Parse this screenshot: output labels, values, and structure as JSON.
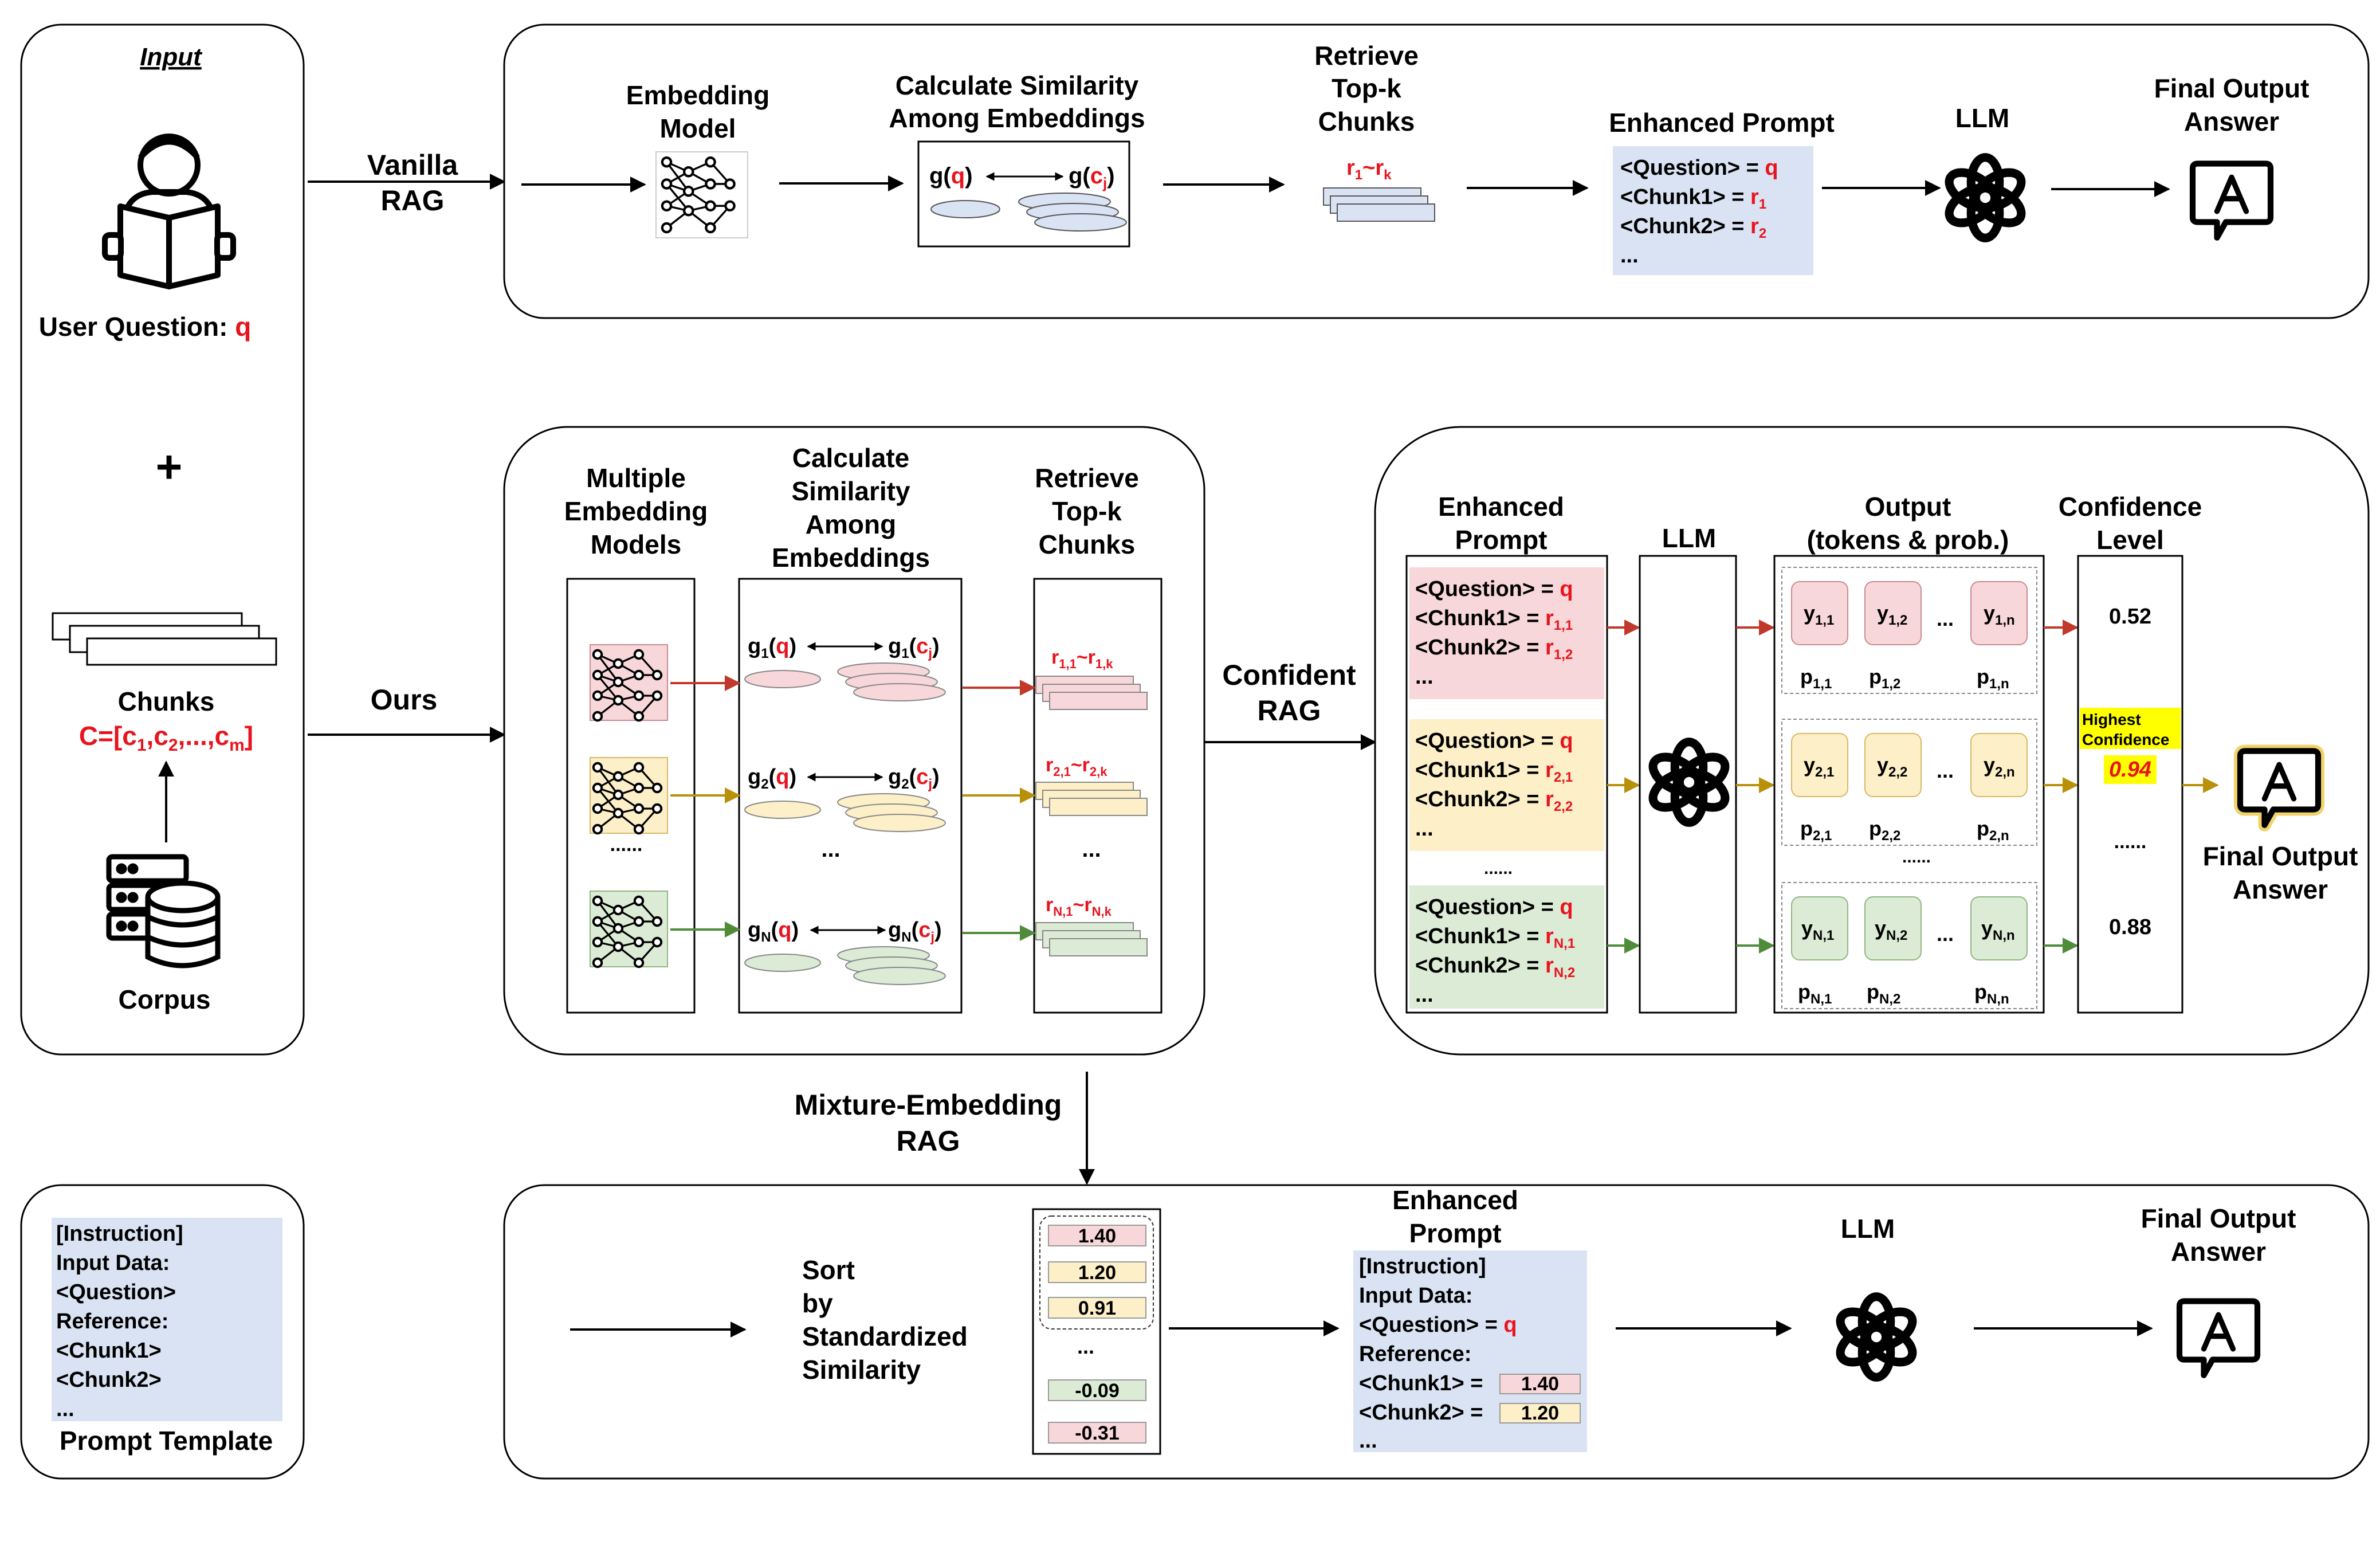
{
  "input": {
    "title": "Input",
    "user_question_label": "User Question: ",
    "q": "q",
    "plus": "+",
    "chunks_label": "Chunks",
    "chunks_formula": "C=[c1,c2,...,cm]",
    "corpus_label": "Corpus"
  },
  "vanilla": {
    "arrow_label_1": "Vanilla",
    "arrow_label_2": "RAG",
    "embedding_model_1": "Embedding",
    "embedding_model_2": "Model",
    "calc_sim_1": "Calculate Similarity",
    "calc_sim_2": "Among Embeddings",
    "gq": "g(q)",
    "gc": "g(cj)",
    "retrieve_1": "Retrieve",
    "retrieve_2": "Top-k",
    "retrieve_3": "Chunks",
    "r_range": "r1~rk",
    "enhanced_prompt": "Enhanced Prompt",
    "prompt_lines": [
      "<Question> = q",
      "<Chunk1> = r1",
      "<Chunk2> = r2",
      "..."
    ],
    "llm": "LLM",
    "final_1": "Final Output",
    "final_2": "Answer"
  },
  "ours": {
    "arrow_label": "Ours",
    "multi_models_1": "Multiple",
    "multi_models_2": "Embedding",
    "multi_models_3": "Models",
    "calc_sim_1": "Calculate",
    "calc_sim_2": "Similarity",
    "calc_sim_3": "Among",
    "calc_sim_4": "Embeddings",
    "retrieve_1": "Retrieve",
    "retrieve_2": "Top-k",
    "retrieve_3": "Chunks",
    "model_dots": "......",
    "sim_dots": "...",
    "retr_dots": "...",
    "rows": [
      {
        "gq": "g1(q)",
        "gc": "g1(cj)",
        "r": "r1,1~r1,k"
      },
      {
        "gq": "g2(q)",
        "gc": "g2(cj)",
        "r": "r2,1~r2,k"
      },
      {
        "gq": "gN(q)",
        "gc": "gN(cj)",
        "r": "rN,1~rN,k"
      }
    ]
  },
  "confident": {
    "arrow_label_1": "Confident",
    "arrow_label_2": "RAG",
    "enhanced_prompt_1": "Enhanced",
    "enhanced_prompt_2": "Prompt",
    "llm": "LLM",
    "output_1": "Output",
    "output_2": "(tokens & prob.)",
    "conf_1": "Confidence",
    "conf_2": "Level",
    "prompt_rows": [
      [
        "<Question> = q",
        "<Chunk1> = r1,1",
        "<Chunk2> = r1,2",
        "..."
      ],
      [
        "<Question> = q",
        "<Chunk1> = r2,1",
        "<Chunk2> = r2,2",
        "..."
      ],
      [
        "<Question> = q",
        "<Chunk1> = rN,1",
        "<Chunk2> = rN,2",
        "..."
      ]
    ],
    "prompt_dots": "......",
    "token_rows": [
      {
        "y": [
          "y1,1",
          "y1,2",
          "y1,n"
        ],
        "p": [
          "p1,1",
          "p1,2",
          "p1,n"
        ]
      },
      {
        "y": [
          "y2,1",
          "y2,2",
          "y2,n"
        ],
        "p": [
          "p2,1",
          "p2,2",
          "p2,n"
        ]
      },
      {
        "y": [
          "yN,1",
          "yN,2",
          "yN,n"
        ],
        "p": [
          "pN,1",
          "pN,2",
          "pN,n"
        ]
      }
    ],
    "token_ellipsis": "...",
    "output_dots": "......",
    "confidences": [
      "0.52",
      "0.94",
      "0.88"
    ],
    "conf_dots": "......",
    "highest_1": "Highest",
    "highest_2": "Confidence",
    "final_1": "Final Output",
    "final_2": "Answer"
  },
  "mixture": {
    "arrow_label_1": "Mixture-Embedding",
    "arrow_label_2": "RAG",
    "sort_lines": [
      "Sort",
      "by",
      "Standardized",
      "Similarity"
    ],
    "scores": [
      "1.40",
      "1.20",
      "0.91",
      "-0.09",
      "-0.31"
    ],
    "score_dots": "...",
    "enhanced_prompt_1": "Enhanced",
    "enhanced_prompt_2": "Prompt",
    "prompt_lines": [
      "[Instruction]",
      "Input Data:",
      "<Question> = q",
      "Reference:",
      "<Chunk1> =",
      "<Chunk2> =",
      "..."
    ],
    "llm": "LLM",
    "final_1": "Final Output",
    "final_2": "Answer"
  },
  "template": {
    "lines": [
      "[Instruction]",
      "Input Data:",
      "<Question>",
      "Reference:",
      "<Chunk1>",
      "<Chunk2>",
      "..."
    ],
    "label": "Prompt Template"
  },
  "colors": {
    "red": "#e8141d",
    "prompt_blue": "#dae3f3",
    "pink": "#f8d7da",
    "yellow": "#fdf0c8",
    "green": "#dcebd6",
    "arrow_red": "#c0392b",
    "arrow_yellow": "#b8900a",
    "arrow_green": "#4e8c3a",
    "highlight": "#ffff00"
  }
}
